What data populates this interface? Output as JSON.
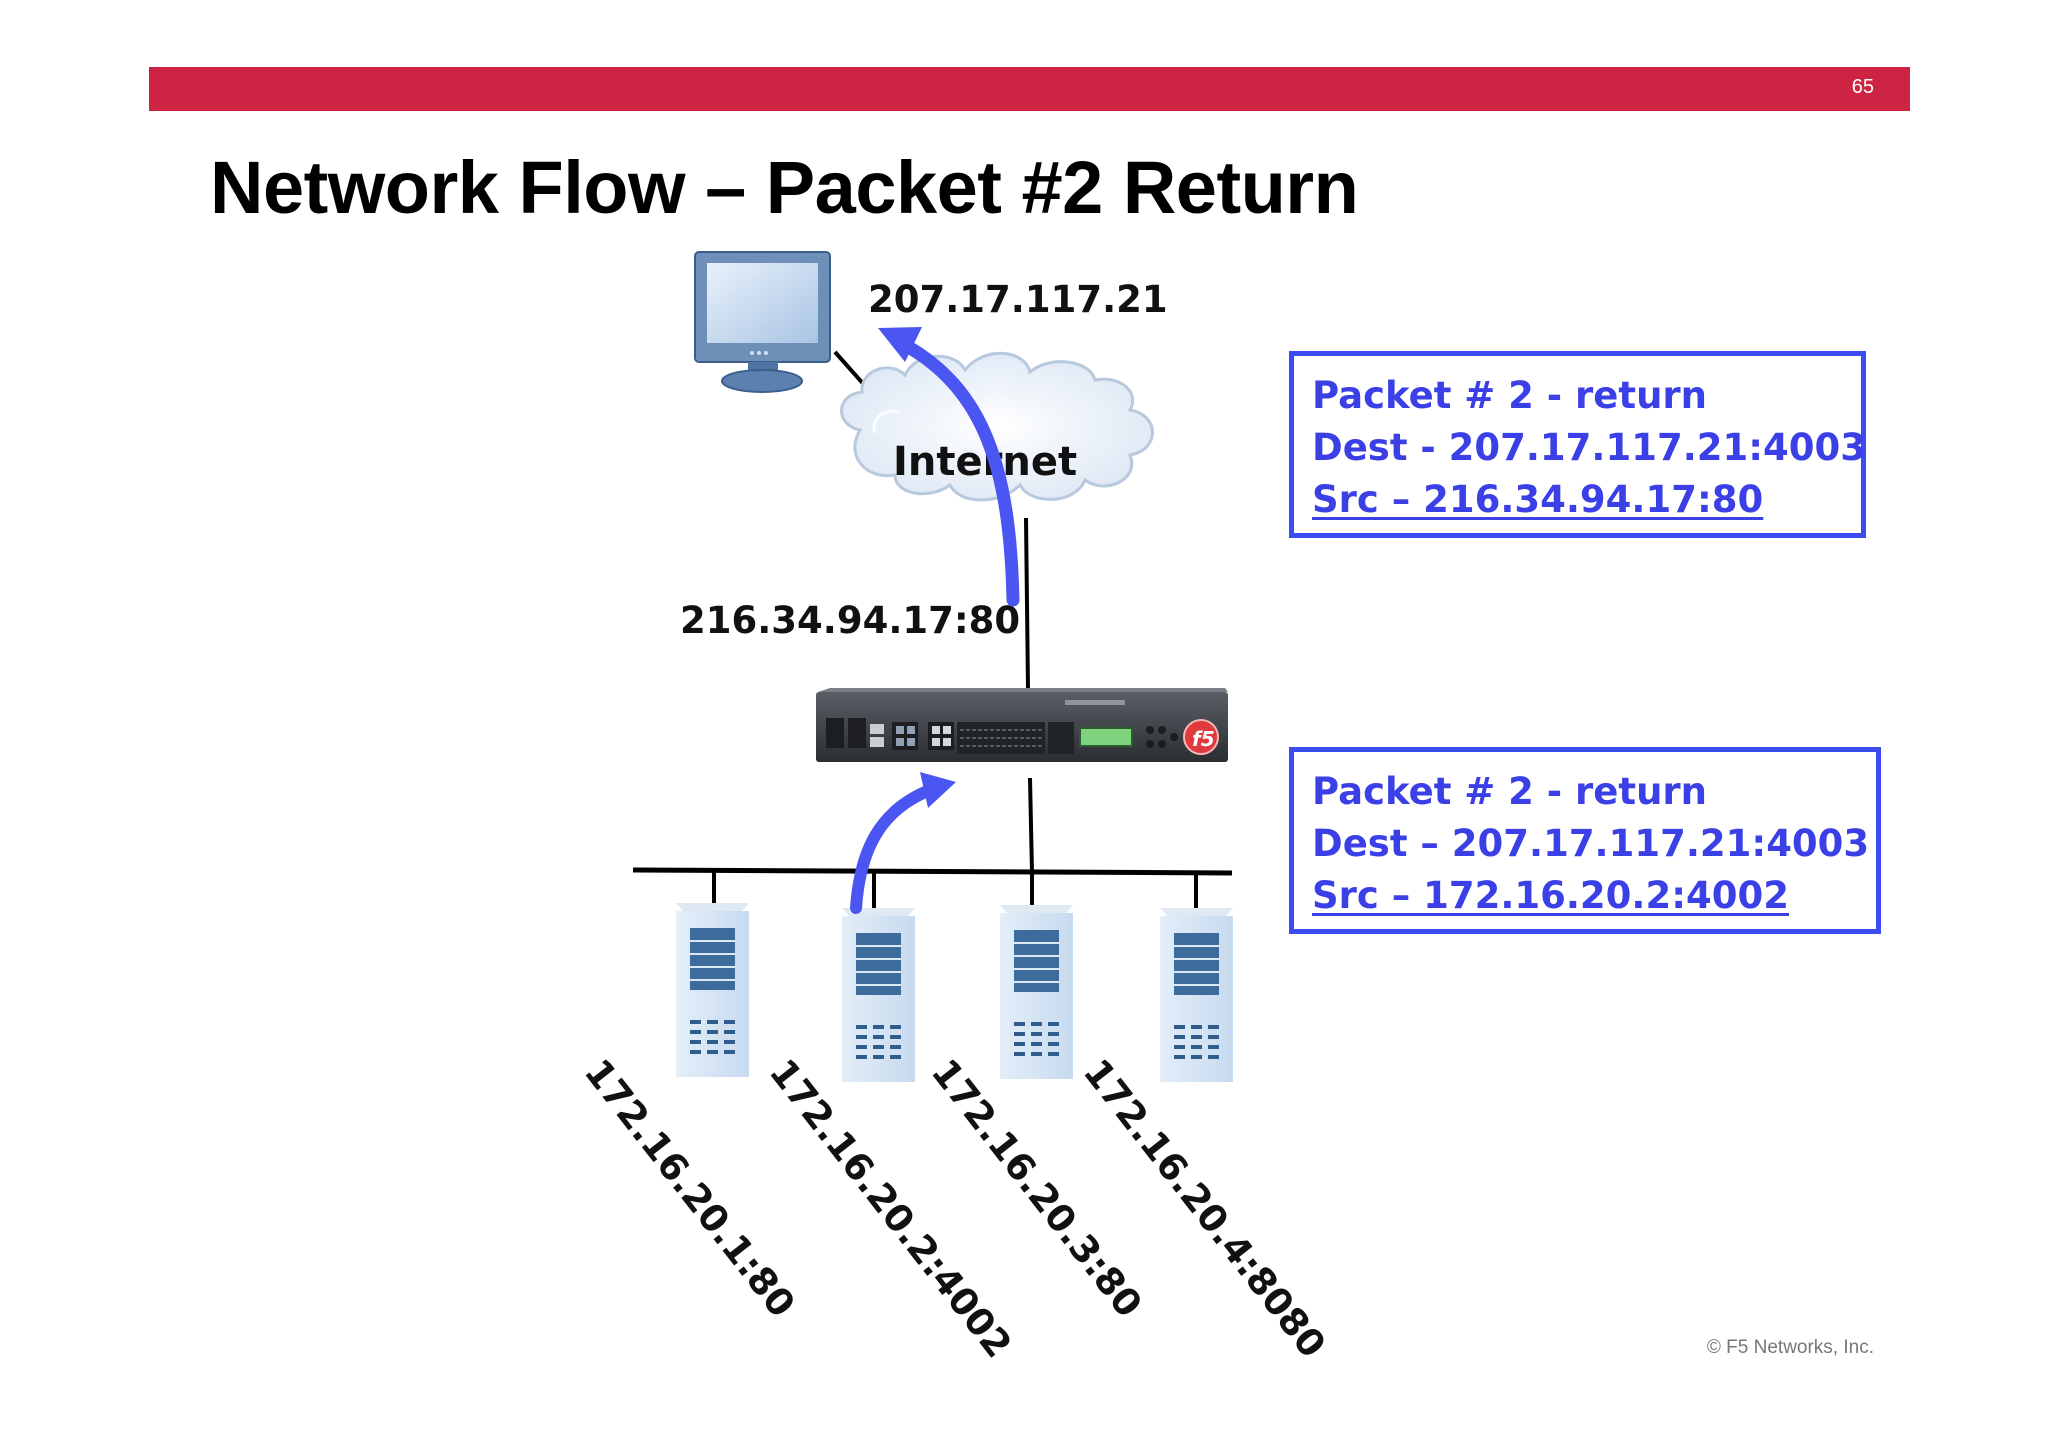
{
  "slide": {
    "page_number": "65",
    "title": "Network Flow – Packet #2 Return",
    "copyright": "© F5 Networks, Inc."
  },
  "diagram": {
    "client_ip": "207.17.117.21",
    "cloud_label": "Internet",
    "vip_label": "216.34.94.17:80",
    "servers": [
      {
        "label": "172.16.20.1:80"
      },
      {
        "label": "172.16.20.2:4002"
      },
      {
        "label": "172.16.20.3:80"
      },
      {
        "label": "172.16.20.4:8080"
      }
    ],
    "device_logo": "f5"
  },
  "packet_boxes": [
    {
      "title": "Packet # 2 - return",
      "dest": "Dest - 207.17.117.21:4003",
      "src": "Src – 216.34.94.17:80"
    },
    {
      "title": "Packet # 2 - return",
      "dest": "Dest – 207.17.117.21:4003",
      "src": "Src – 172.16.20.2:4002"
    }
  ],
  "colors": {
    "header_bar": "#cc2442",
    "packet_text": "#3b3fe6",
    "box_border": "#3b4df0",
    "flow_arrow": "#4a55f2"
  }
}
